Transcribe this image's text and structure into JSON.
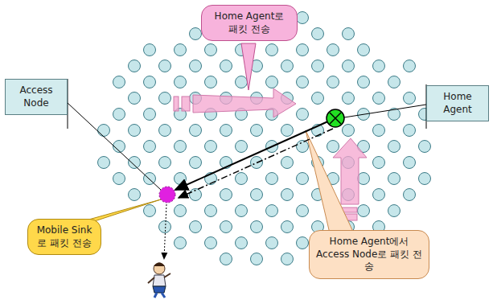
{
  "diagram": {
    "nodes": [
      {
        "text": [
          "Home Agent로 패킷 전송"
        ]
      },
      {
        "text": [
          "Access Node"
        ]
      },
      {
        "text": [
          "Home Agent"
        ]
      },
      {
        "text": [
          "Mobile Sink 로 패킷 전송"
        ]
      },
      {
        "text": [
          "Home Agent에서 Access Node로 패킷 전송"
        ]
      }
    ]
  }
}
